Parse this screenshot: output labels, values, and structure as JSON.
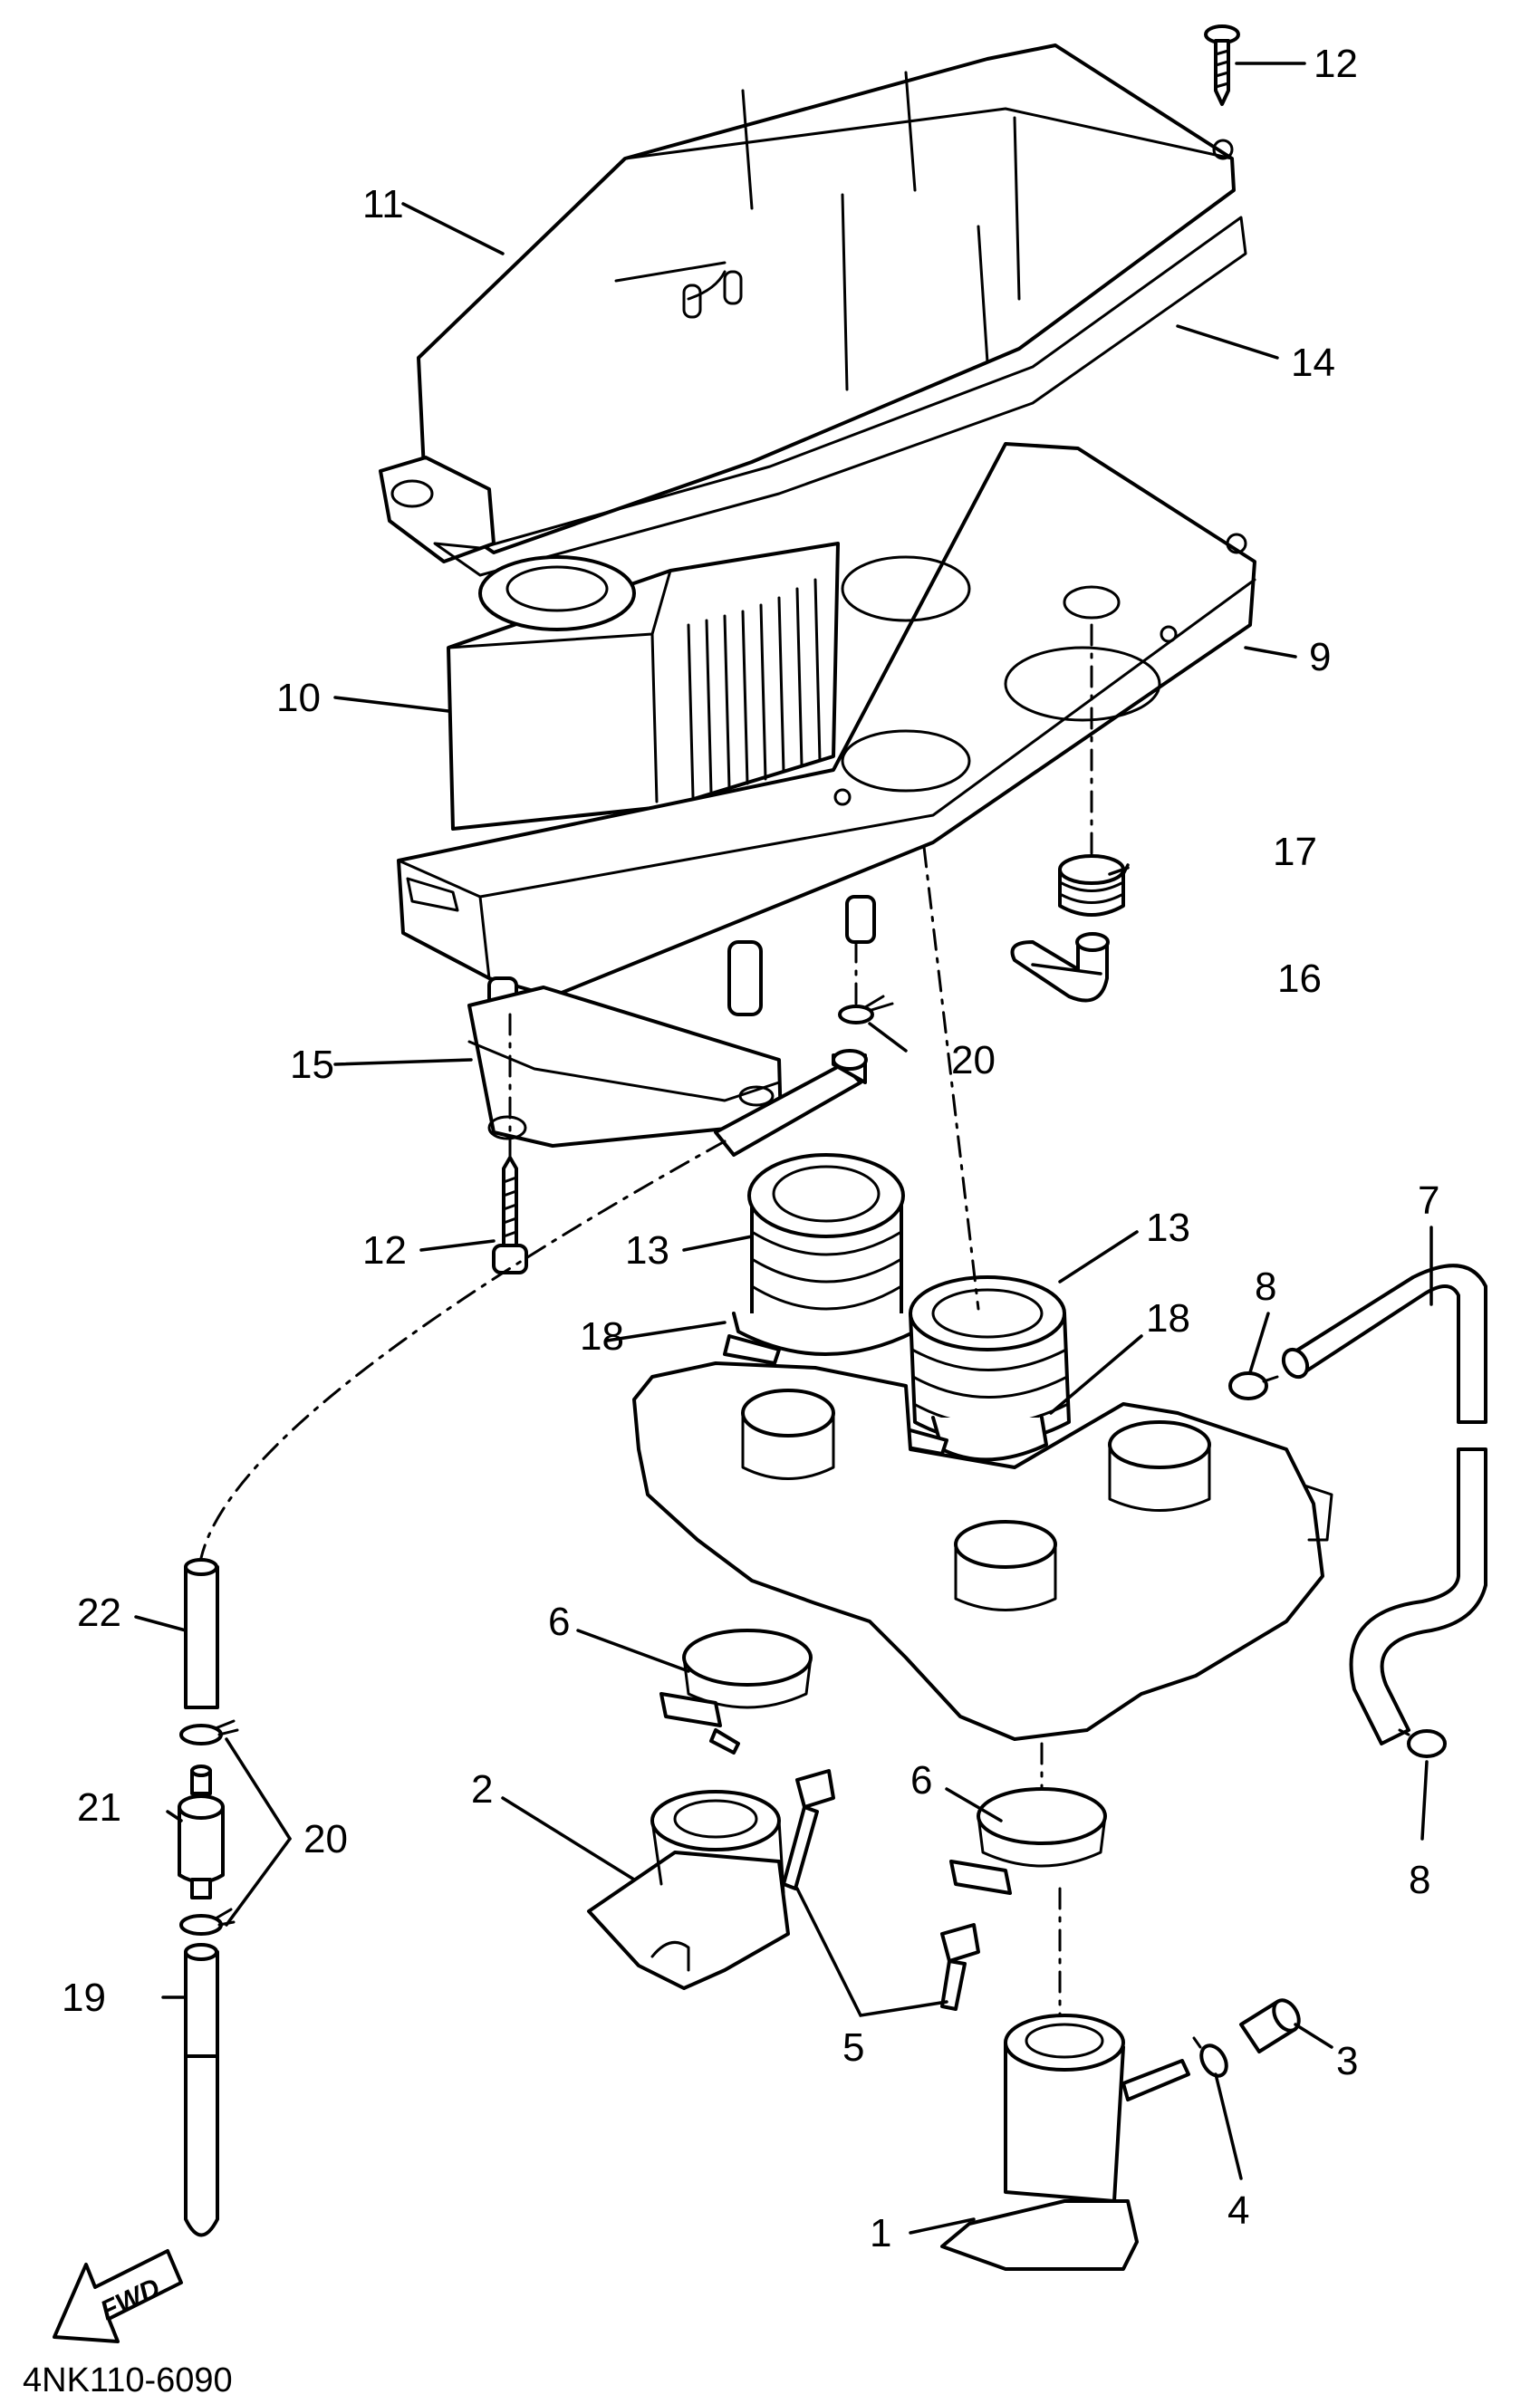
{
  "callouts": {
    "c1": "1",
    "c2": "2",
    "c3": "3",
    "c4": "4",
    "c5": "5",
    "c6a": "6",
    "c6b": "6",
    "c7": "7",
    "c8a": "8",
    "c8b": "8",
    "c9": "9",
    "c10": "10",
    "c11": "11",
    "c12a": "12",
    "c12b": "12",
    "c13a": "13",
    "c13b": "13",
    "c14": "14",
    "c15": "15",
    "c16": "16",
    "c17": "17",
    "c18a": "18",
    "c18b": "18",
    "c19": "19",
    "c20a": "20",
    "c20b": "20",
    "c21": "21",
    "c22": "22"
  },
  "fwd_label": "FWD",
  "diagram_code": "4NK110-6090",
  "colors": {
    "ink": "#000000",
    "paper": "#ffffff"
  }
}
